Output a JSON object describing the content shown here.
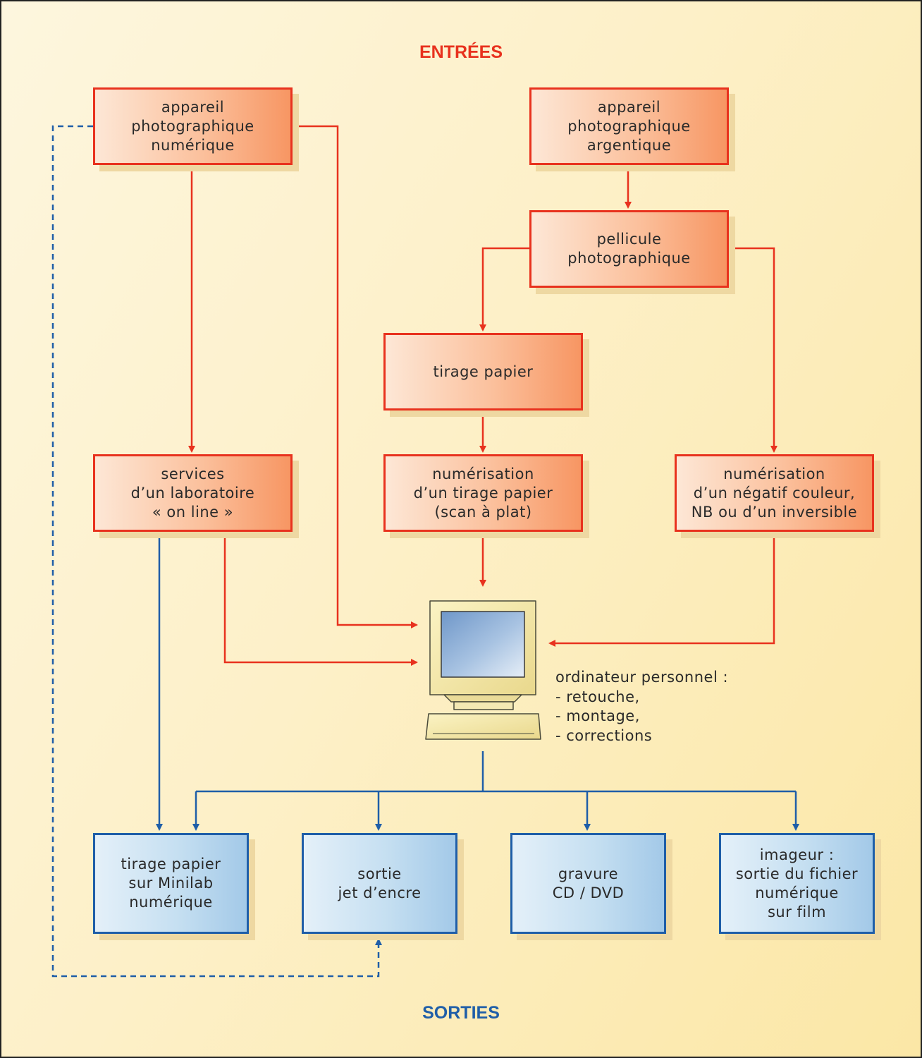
{
  "headings": {
    "inputs": "ENTRÉES",
    "outputs": "SORTIES"
  },
  "colors": {
    "input_flow": "#e8321e",
    "output_flow": "#1f5ea8",
    "background": "#fdf0c8"
  },
  "inputs": {
    "digital_camera": "appareil\nphotographique\nnumérique",
    "film_camera": "appareil\nphotographique\nargentique",
    "film": "pellicule\nphotographique",
    "paper_print": "tirage papier",
    "online_lab": "services\nd’un laboratoire\n« on line »",
    "scan_print": "numérisation\nd’un tirage papier\n(scan à plat)",
    "scan_negative": "numérisation\nd’un négatif couleur,\nNB ou d’un inversible"
  },
  "computer": {
    "icon": "personal-computer-icon",
    "title": "ordinateur personnel :",
    "tasks": [
      "- retouche,",
      "- montage,",
      "- corrections"
    ]
  },
  "outputs": {
    "minilab": "tirage papier\nsur Minilab\nnumérique",
    "inkjet": "sortie\njet d’encre",
    "burn": "gravure\nCD / DVD",
    "imager": "imageur :\nsortie du fichier\nnumérique\nsur film"
  }
}
